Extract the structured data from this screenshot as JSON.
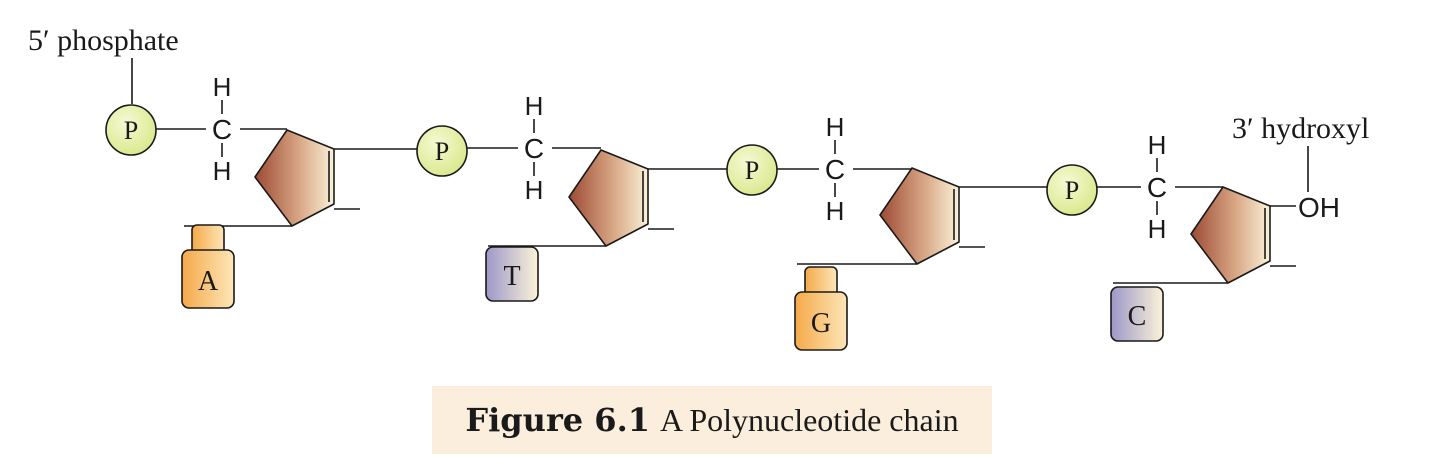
{
  "labels": {
    "five_prime": "5′ phosphate",
    "three_prime": "3′ hydroxyl",
    "hydroxyl_group": "OH"
  },
  "phosphate_label": "P",
  "carbon_label": "C",
  "hydrogen_label": "H",
  "bases": [
    "A",
    "T",
    "G",
    "C"
  ],
  "caption": {
    "number": "Figure 6.1",
    "text": "A Polynucleotide chain"
  },
  "colors": {
    "phosphate_fill": "#e6f0a8",
    "sugar_dark": "#9c4a34",
    "sugar_light": "#fbf1d8",
    "purine_fill": "#f5a94a",
    "pyrimidine_fill": "#9d97c9",
    "caption_bg": "#fbeedd"
  }
}
